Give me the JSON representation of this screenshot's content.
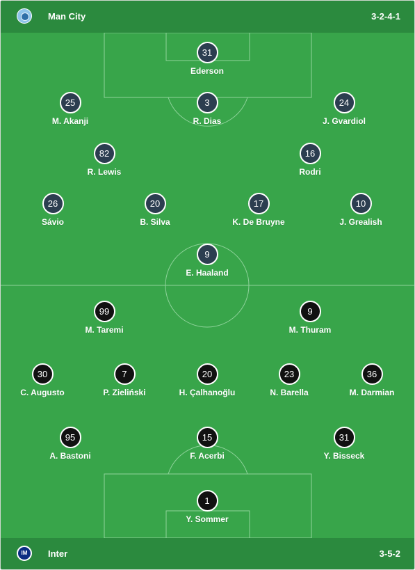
{
  "home": {
    "name": "Man City",
    "formation": "3-2-4-1",
    "logo_icon": "man-city-crest-icon",
    "players": [
      {
        "number": "31",
        "name": "Ederson"
      },
      {
        "number": "25",
        "name": "M. Akanji"
      },
      {
        "number": "3",
        "name": "R. Dias"
      },
      {
        "number": "24",
        "name": "J. Gvardiol"
      },
      {
        "number": "82",
        "name": "R. Lewis"
      },
      {
        "number": "16",
        "name": "Rodri"
      },
      {
        "number": "26",
        "name": "Sávio"
      },
      {
        "number": "20",
        "name": "B. Silva"
      },
      {
        "number": "17",
        "name": "K. De Bruyne"
      },
      {
        "number": "10",
        "name": "J. Grealish"
      },
      {
        "number": "9",
        "name": "E. Haaland"
      }
    ]
  },
  "away": {
    "name": "Inter",
    "formation": "3-5-2",
    "logo_icon": "inter-crest-icon",
    "players": [
      {
        "number": "99",
        "name": "M. Taremi"
      },
      {
        "number": "9",
        "name": "M. Thuram"
      },
      {
        "number": "30",
        "name": "C. Augusto"
      },
      {
        "number": "7",
        "name": "P. Zieliński"
      },
      {
        "number": "20",
        "name": "H. Çalhanoğlu"
      },
      {
        "number": "23",
        "name": "N. Barella"
      },
      {
        "number": "36",
        "name": "M. Darmian"
      },
      {
        "number": "95",
        "name": "A. Bastoni"
      },
      {
        "number": "15",
        "name": "F. Acerbi"
      },
      {
        "number": "31",
        "name": "Y. Bisseck"
      },
      {
        "number": "1",
        "name": "Y. Sommer"
      }
    ]
  },
  "colors": {
    "pitch": "#38a54a",
    "team_bar": "#2b8a3e",
    "home_shirt": "#2c3e50",
    "away_shirt": "#111111",
    "lines": "#8fd39b"
  }
}
